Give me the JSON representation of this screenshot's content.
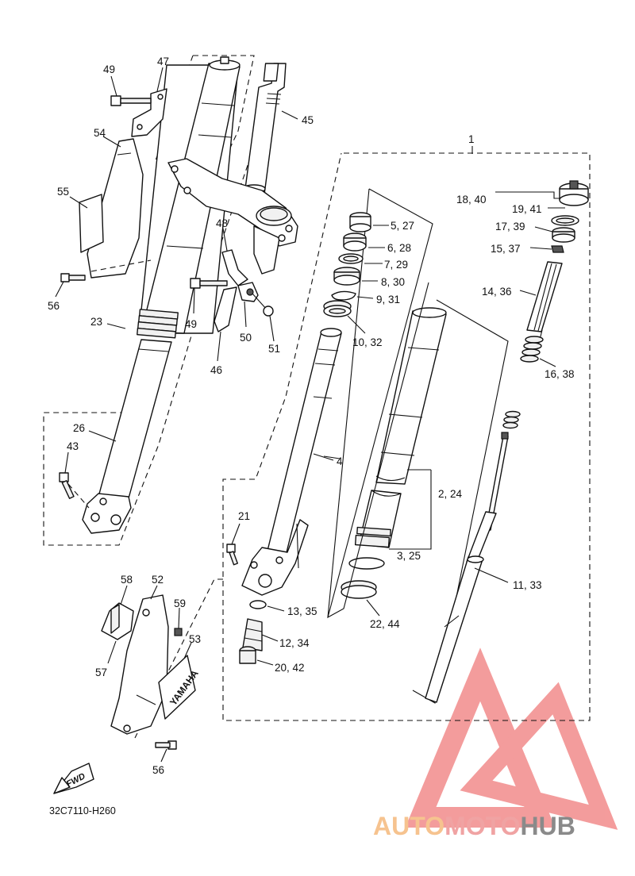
{
  "diagram_code": "32C7110-H260",
  "fwd_label": "FWD",
  "brand_text": "YAMAHA",
  "watermark": {
    "part1": "AUTO",
    "part2": "MOTO",
    "part3": "HUB",
    "colors": {
      "auto": "#f6c38f",
      "moto": "#f0a3a3",
      "hub": "#8a8a8a",
      "logo": "#f28b8b"
    }
  },
  "callouts": [
    {
      "id": "c1",
      "text": "1"
    },
    {
      "id": "c2",
      "text": "2, 24"
    },
    {
      "id": "c3",
      "text": "3, 25"
    },
    {
      "id": "c4",
      "text": "4"
    },
    {
      "id": "c5",
      "text": "5, 27"
    },
    {
      "id": "c6",
      "text": "6, 28"
    },
    {
      "id": "c7",
      "text": "7, 29"
    },
    {
      "id": "c8",
      "text": "8, 30"
    },
    {
      "id": "c9",
      "text": "9, 31"
    },
    {
      "id": "c10",
      "text": "10, 32"
    },
    {
      "id": "c11",
      "text": "11, 33"
    },
    {
      "id": "c12",
      "text": "12, 34"
    },
    {
      "id": "c13",
      "text": "13, 35"
    },
    {
      "id": "c14",
      "text": "14, 36"
    },
    {
      "id": "c15",
      "text": "15, 37"
    },
    {
      "id": "c16",
      "text": "16, 38"
    },
    {
      "id": "c17",
      "text": "17, 39"
    },
    {
      "id": "c18",
      "text": "18, 40"
    },
    {
      "id": "c19",
      "text": "19, 41"
    },
    {
      "id": "c20",
      "text": "20, 42"
    },
    {
      "id": "c21",
      "text": "21"
    },
    {
      "id": "c22",
      "text": "22, 44"
    },
    {
      "id": "c23",
      "text": "23"
    },
    {
      "id": "c26",
      "text": "26"
    },
    {
      "id": "c43",
      "text": "43"
    },
    {
      "id": "c45",
      "text": "45"
    },
    {
      "id": "c46",
      "text": "46"
    },
    {
      "id": "c47",
      "text": "47"
    },
    {
      "id": "c48",
      "text": "48"
    },
    {
      "id": "c49a",
      "text": "49"
    },
    {
      "id": "c49b",
      "text": "49"
    },
    {
      "id": "c50",
      "text": "50"
    },
    {
      "id": "c51",
      "text": "51"
    },
    {
      "id": "c52",
      "text": "52"
    },
    {
      "id": "c53",
      "text": "53"
    },
    {
      "id": "c54",
      "text": "54"
    },
    {
      "id": "c55",
      "text": "55"
    },
    {
      "id": "c56a",
      "text": "56"
    },
    {
      "id": "c56b",
      "text": "56"
    },
    {
      "id": "c57",
      "text": "57"
    },
    {
      "id": "c58",
      "text": "58"
    },
    {
      "id": "c59",
      "text": "59"
    }
  ]
}
